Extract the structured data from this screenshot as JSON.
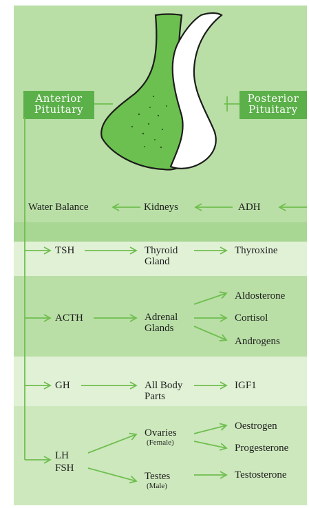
{
  "colors": {
    "panel": "#b9dfa6",
    "band_light": "#e1f1d6",
    "band_mid": "#cde8bd",
    "band_dark": "#a8d693",
    "accent": "#5cb04a",
    "arrow": "#6fbe4f",
    "text": "#1e1e1e"
  },
  "headers": {
    "anterior": [
      "Anterior",
      "Pituitary"
    ],
    "posterior": [
      "Posterior",
      "Pituitary"
    ]
  },
  "water_row": {
    "left": "Water Balance",
    "middle": "Kidneys",
    "right": "ADH"
  },
  "rows": [
    {
      "hormone": "TSH",
      "target": [
        "Thyroid",
        "Gland"
      ],
      "products": [
        "Thyroxine"
      ]
    },
    {
      "hormone": "ACTH",
      "target": [
        "Adrenal",
        "Glands"
      ],
      "products": [
        "Aldosterone",
        "Cortisol",
        "Androgens"
      ]
    },
    {
      "hormone": "GH",
      "target": [
        "All Body",
        "Parts"
      ],
      "products": [
        "IGF1"
      ]
    }
  ],
  "gonad": {
    "hormones": [
      "LH",
      "FSH"
    ],
    "ovaries": {
      "name": "Ovaries",
      "note": "(Female)",
      "products": [
        "Oestrogen",
        "Progesterone"
      ]
    },
    "testes": {
      "name": "Testes",
      "note": "(Male)",
      "products": [
        "Testosterone"
      ]
    }
  },
  "icons": {
    "gland": "pituitary-gland-illustration"
  }
}
